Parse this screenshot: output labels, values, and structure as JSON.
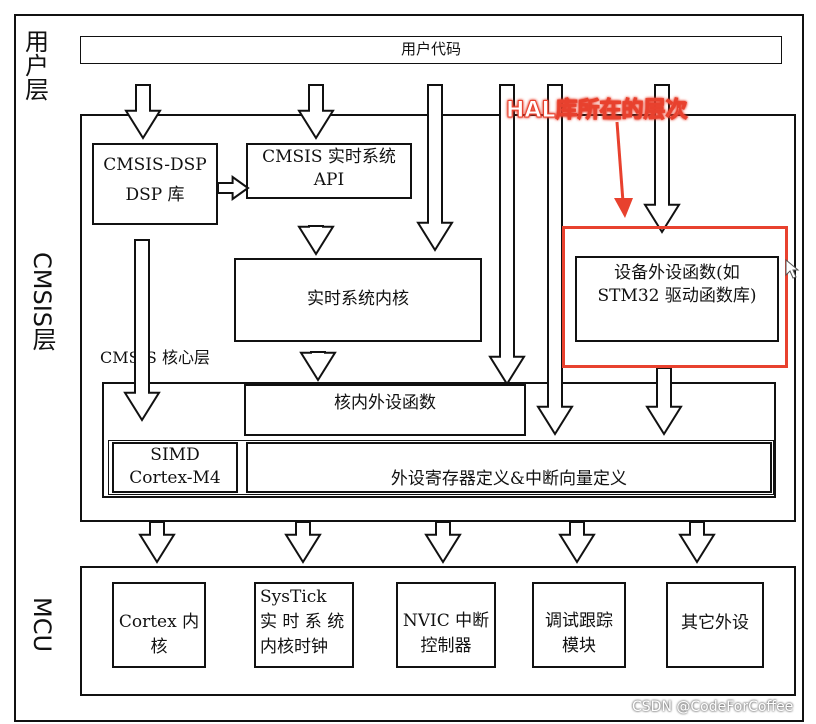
{
  "layers": {
    "user": "用户层",
    "cmsis": "CMSIS层",
    "mcu": "MCU"
  },
  "boxes": {
    "user_code": "用户代码",
    "cmsis_dsp": "CMSIS-DSP\nDSP 库",
    "cmsis_rtos": "CMSIS 实时系统\nAPI",
    "rtos_kernel": "实时系统内核",
    "device_driver": "设备外设函数(如\nSTM32 驱动函数库)",
    "core_label": "CMSIS 核心层",
    "core_periph": "核内外设函数",
    "simd": "SIMD\nCortex-M4",
    "periph_regs": "外设寄存器定义&中断向量定义"
  },
  "mcu_blocks": [
    "Cortex 内\n核",
    "SysTick\n实 时 系 统\n内核时钟",
    "NVIC 中断\n控制器",
    "调试跟踪\n模块",
    "其它外设"
  ],
  "annotation": {
    "text": "HAL库所在的层次",
    "color": "#e8412e"
  },
  "watermark": "CSDN @CodeForCoffee"
}
